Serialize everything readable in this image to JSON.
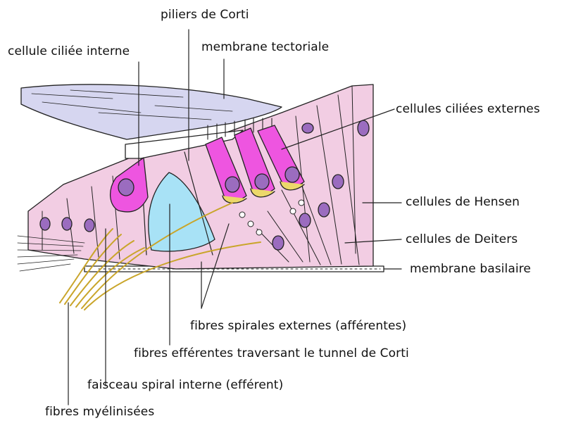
{
  "labels": {
    "piliers": "piliers de Corti",
    "cellule_ciliee_interne": "cellule ciliée interne",
    "membrane_tectoriale": "membrane tectoriale",
    "cellules_ciliees_externes": "cellules ciliées externes",
    "cellules_hensen": "cellules de Hensen",
    "cellules_deiters": "cellules de Deiters",
    "membrane_basilaire": "membrane basilaire",
    "fibres_spirales_externes": "fibres spirales externes (afférentes)",
    "fibres_efferentes": "fibres efférentes traversant le tunnel de Corti",
    "faisceau_spiral_interne": "faisceau spiral interne (efférent)",
    "fibres_myelinisees": "fibres myélinisées"
  },
  "colors": {
    "tectorial": "#d6d6f0",
    "support_cells": "#f2cde3",
    "hair_cell": "#ee55e0",
    "nucleus": "#9b6cbf",
    "tunnel": "#a8e2f6",
    "nerve": "#ecd86a",
    "outline": "#222222"
  }
}
